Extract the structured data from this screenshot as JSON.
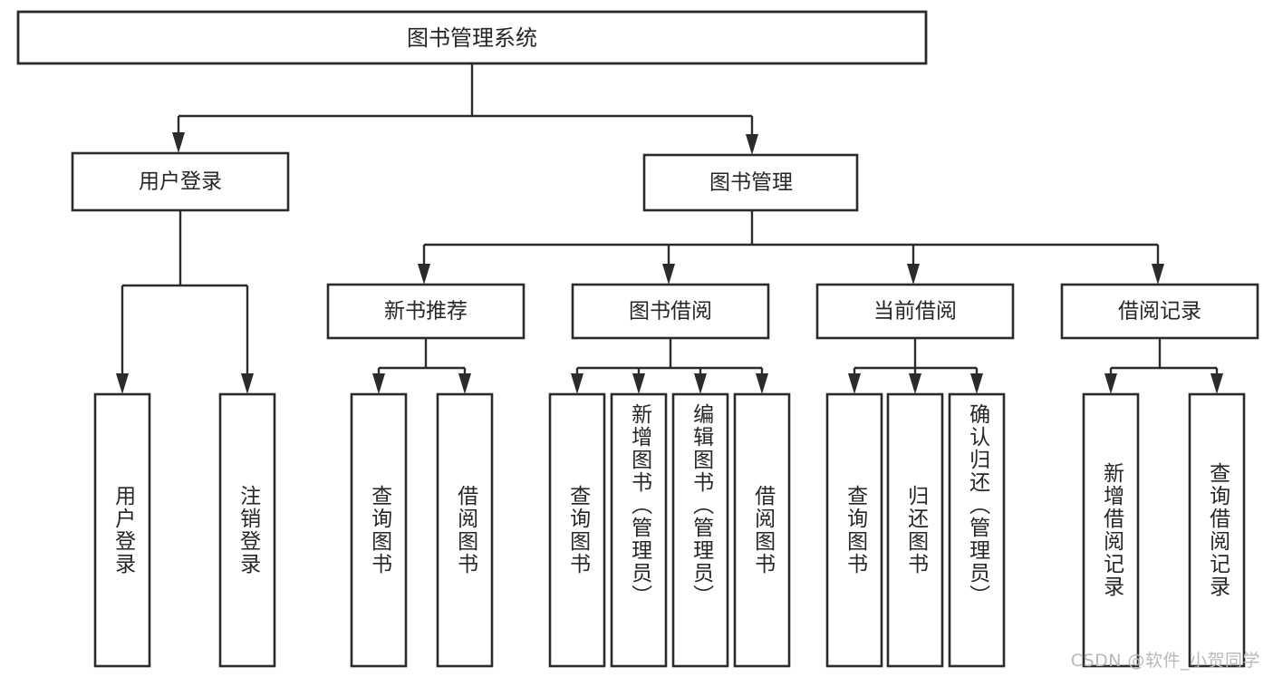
{
  "diagram": {
    "title": "图书管理系统",
    "type": "tree-hierarchy",
    "orientation": "top-down",
    "root": {
      "id": "root",
      "label": "图书管理系统"
    },
    "level2": [
      {
        "id": "user-login",
        "label": "用户登录"
      },
      {
        "id": "book-manage",
        "label": "图书管理"
      }
    ],
    "level3": [
      {
        "id": "new-book-recommend",
        "label": "新书推荐",
        "parent": "book-manage"
      },
      {
        "id": "book-borrow",
        "label": "图书借阅",
        "parent": "book-manage"
      },
      {
        "id": "current-borrow",
        "label": "当前借阅",
        "parent": "book-manage"
      },
      {
        "id": "borrow-record",
        "label": "借阅记录",
        "parent": "book-manage"
      }
    ],
    "leaves": [
      {
        "id": "leaf-user-login",
        "label": "用户登录",
        "parent": "user-login"
      },
      {
        "id": "leaf-user-logout",
        "label": "注销登录",
        "parent": "user-login"
      },
      {
        "id": "leaf-query-book-1",
        "label": "查询图书",
        "parent": "new-book-recommend"
      },
      {
        "id": "leaf-borrow-book-1",
        "label": "借阅图书",
        "parent": "new-book-recommend"
      },
      {
        "id": "leaf-query-book-2",
        "label": "查询图书",
        "parent": "book-borrow"
      },
      {
        "id": "leaf-add-book",
        "label": "新增图书（管理员）",
        "parent": "book-borrow"
      },
      {
        "id": "leaf-edit-book",
        "label": "编辑图书（管理员）",
        "parent": "book-borrow"
      },
      {
        "id": "leaf-borrow-book-2",
        "label": "借阅图书",
        "parent": "book-borrow"
      },
      {
        "id": "leaf-query-book-3",
        "label": "查询图书",
        "parent": "current-borrow"
      },
      {
        "id": "leaf-return-book",
        "label": "归还图书",
        "parent": "current-borrow"
      },
      {
        "id": "leaf-confirm-return",
        "label": "确认归还（管理员）",
        "parent": "current-borrow"
      },
      {
        "id": "leaf-add-record",
        "label": "新增借阅记录",
        "parent": "borrow-record"
      },
      {
        "id": "leaf-query-record",
        "label": "查询借阅记录",
        "parent": "borrow-record"
      }
    ],
    "colors": {
      "box_stroke": "#2b2b2b",
      "box_fill": "#ffffff",
      "text": "#262626",
      "connector": "#2b2b2b",
      "background": "#ffffff",
      "watermark": "#b9b9b9"
    }
  },
  "watermark": {
    "text": "CSDN @软件_小贺同学"
  }
}
